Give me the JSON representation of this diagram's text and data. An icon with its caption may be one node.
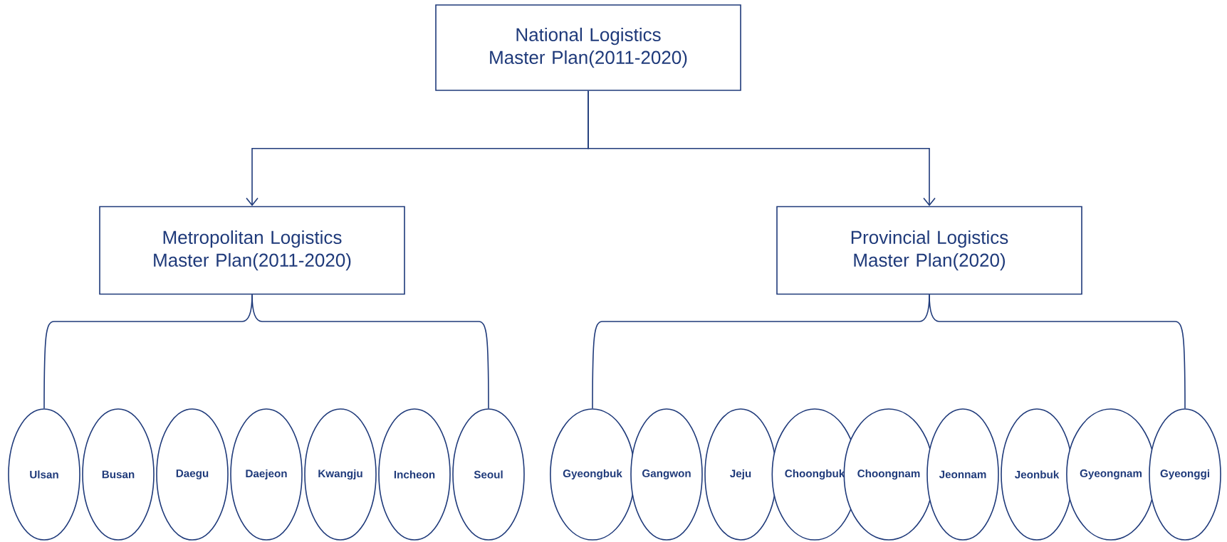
{
  "diagram": {
    "nodes": [
      {
        "text": [
          "National Logistics Master Plan(2011-2020)"
        ]
      },
      {
        "text": [
          "Metropolitan Logistics Master Plan(2011-2020)"
        ]
      },
      {
        "text": [
          "Provincial Logistics Master Plan(2020)"
        ]
      },
      {
        "text": [
          "Ulsan"
        ]
      },
      {
        "text": [
          "Busan"
        ]
      },
      {
        "text": [
          "Daegu"
        ]
      },
      {
        "text": [
          "Daejeon"
        ]
      },
      {
        "text": [
          "Kwangju"
        ]
      },
      {
        "text": [
          "Incheon"
        ]
      },
      {
        "text": [
          "Seoul"
        ]
      },
      {
        "text": [
          "Gyeongbuk"
        ]
      },
      {
        "text": [
          "Gangwon"
        ]
      },
      {
        "text": [
          "Jeju"
        ]
      },
      {
        "text": [
          "Choongbuk"
        ]
      },
      {
        "text": [
          "Choongnam"
        ]
      },
      {
        "text": [
          "Jeonnam"
        ]
      },
      {
        "text": [
          "Jeonbuk"
        ]
      },
      {
        "text": [
          "Gyeongnam"
        ]
      },
      {
        "text": [
          "Gyeonggi"
        ]
      }
    ],
    "edges": [
      {
        "from": 0,
        "to": 1,
        "arrow": "to"
      },
      {
        "from": 0,
        "to": 2,
        "arrow": "to"
      },
      {
        "from": 1,
        "to": 3,
        "arrow": "none"
      },
      {
        "from": 1,
        "to": 9,
        "arrow": "none"
      },
      {
        "from": 2,
        "to": 10,
        "arrow": "none"
      },
      {
        "from": 2,
        "to": 18,
        "arrow": "none"
      }
    ]
  }
}
